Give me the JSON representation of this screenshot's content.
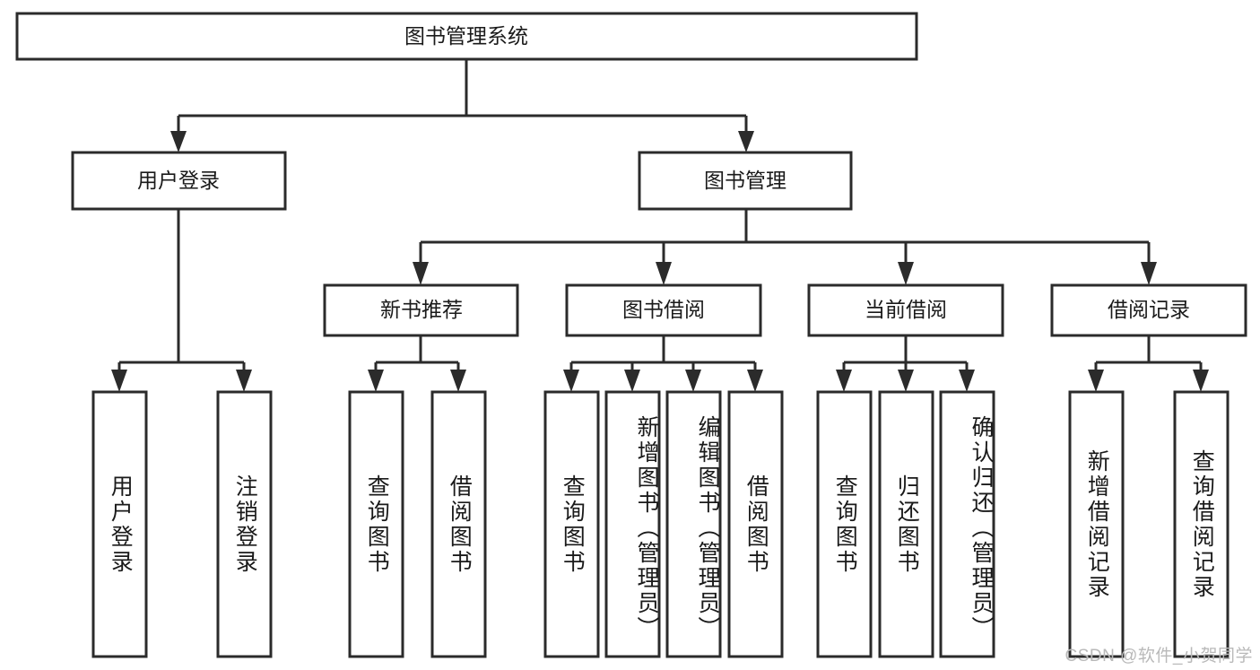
{
  "diagram": {
    "type": "tree",
    "title": "图书管理系统",
    "watermark": "CSDN @软件_小贺同学",
    "colors": {
      "stroke": "#2b2b2b",
      "fill": "#ffffff",
      "text": "#1a1a1a",
      "watermark": "#b9b9b9"
    },
    "root": {
      "label": "图书管理系统"
    },
    "level1": [
      {
        "label": "用户登录"
      },
      {
        "label": "图书管理"
      }
    ],
    "level2": [
      {
        "label": "新书推荐"
      },
      {
        "label": "图书借阅"
      },
      {
        "label": "当前借阅"
      },
      {
        "label": "借阅记录"
      }
    ],
    "leaves": [
      {
        "label": "用户登录"
      },
      {
        "label": "注销登录"
      },
      {
        "label": "查询图书"
      },
      {
        "label": "借阅图书"
      },
      {
        "label": "查询图书"
      },
      {
        "label": "新增图书（管理员）"
      },
      {
        "label": "编辑图书（管理员）"
      },
      {
        "label": "借阅图书"
      },
      {
        "label": "查询图书"
      },
      {
        "label": "归还图书"
      },
      {
        "label": "确认归还（管理员）"
      },
      {
        "label": "新增借阅记录"
      },
      {
        "label": "查询借阅记录"
      }
    ]
  }
}
